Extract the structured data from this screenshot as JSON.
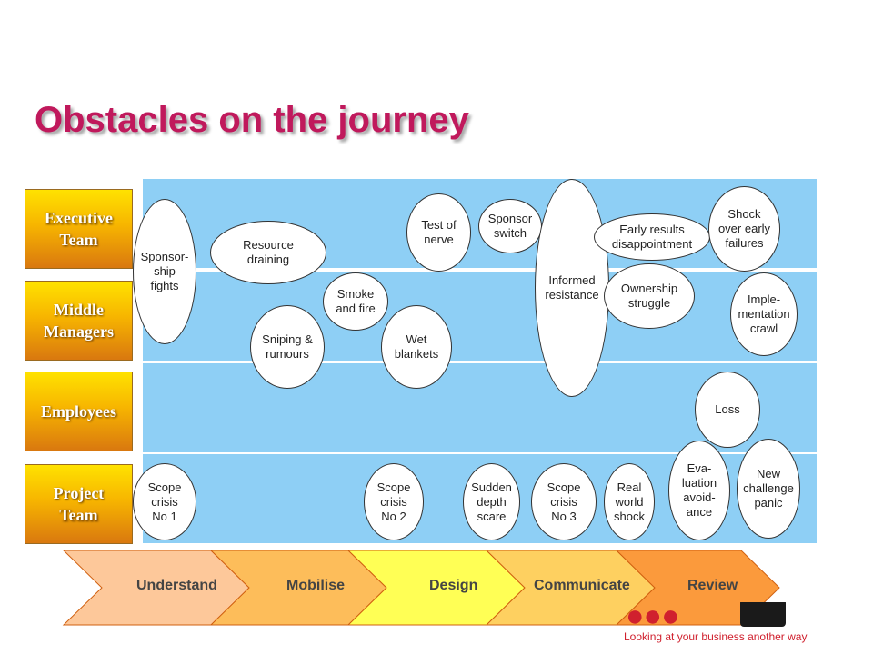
{
  "title": "Obstacles on the journey",
  "rows": [
    {
      "label": "Executive\nTeam"
    },
    {
      "label": "Middle\nManagers"
    },
    {
      "label": "Employees"
    },
    {
      "label": "Project\nTeam"
    }
  ],
  "obstacles": [
    {
      "text": "Sponsor-\nship\nfights"
    },
    {
      "text": "Resource\ndraining"
    },
    {
      "text": "Smoke\nand fire"
    },
    {
      "text": "Sniping &\nrumours"
    },
    {
      "text": "Test of\nnerve"
    },
    {
      "text": "Wet\nblankets"
    },
    {
      "text": "Sponsor\nswitch"
    },
    {
      "text": "Informed\nresistance"
    },
    {
      "text": "Early results\ndisappointment"
    },
    {
      "text": "Ownership\nstruggle"
    },
    {
      "text": "Shock\nover early\nfailures"
    },
    {
      "text": "Imple-\nmentation\ncrawl"
    },
    {
      "text": "Loss"
    },
    {
      "text": "Eva-\nluation\navoid-\nance"
    },
    {
      "text": "New\nchallenge\npanic"
    },
    {
      "text": "Scope\ncrisis\nNo 1"
    },
    {
      "text": "Scope\ncrisis\nNo 2"
    },
    {
      "text": "Sudden\ndepth\nscare"
    },
    {
      "text": "Scope\ncrisis\nNo 3"
    },
    {
      "text": "Real\nworld\nshock"
    }
  ],
  "phases": [
    {
      "label": "Understand",
      "color": "#fdc89a"
    },
    {
      "label": "Mobilise",
      "color": "#fdbd5a"
    },
    {
      "label": "Design",
      "color": "#ffff55"
    },
    {
      "label": "Communicate",
      "color": "#fed060"
    },
    {
      "label": "Review",
      "color": "#fb9a3c"
    }
  ],
  "logo": {
    "tagline": "Looking at your business another way"
  },
  "colors": {
    "title": "#c0195c",
    "band": "#8ecff5",
    "logo_red": "#d0202e"
  }
}
